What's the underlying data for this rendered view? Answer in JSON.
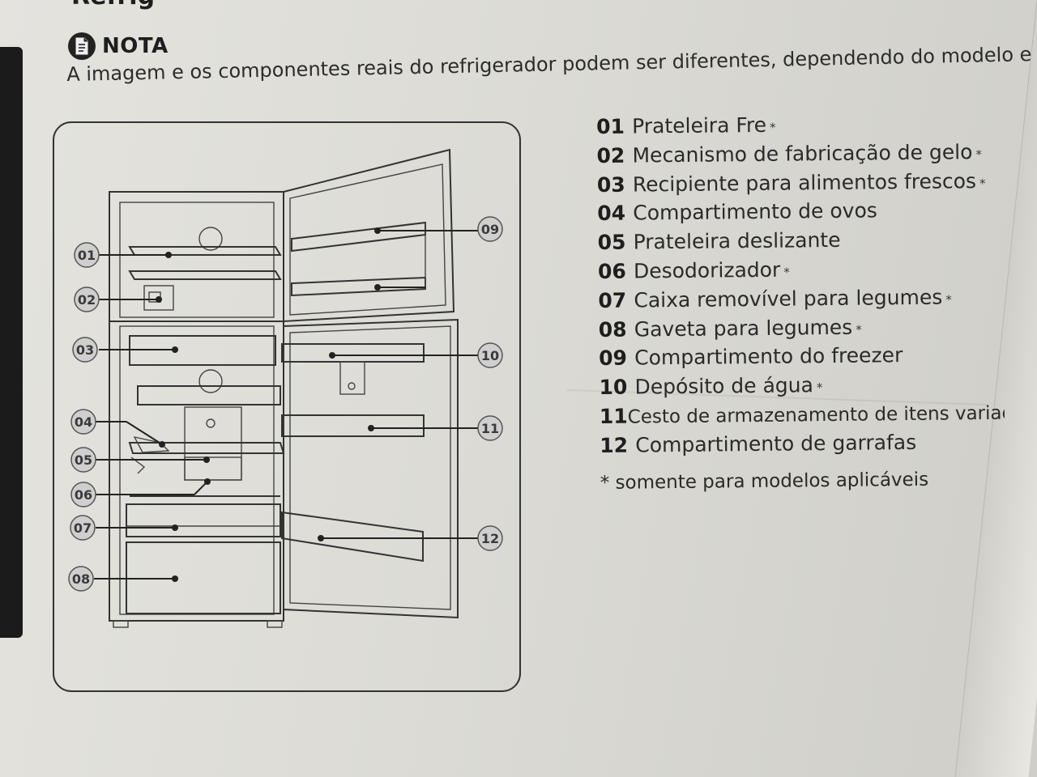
{
  "header": {
    "top_stub": "Refrig",
    "note_title": "NOTA",
    "note_text": "A imagem e os componentes reais do refrigerador podem ser diferentes, dependendo do modelo e do país."
  },
  "icons": {
    "note": "note-document-icon"
  },
  "colors": {
    "paper": "#dcdbd5",
    "ink": "#2a2a2a",
    "callout_fill": "#cfcfcf"
  },
  "legend": {
    "items": [
      {
        "num": "01",
        "label": "Prateleira Fre",
        "star": "*"
      },
      {
        "num": "02",
        "label": "Mecanismo de fabricação de gelo",
        "star": "*"
      },
      {
        "num": "03",
        "label": "Recipiente para alimentos frescos",
        "star": "*"
      },
      {
        "num": "04",
        "label": "Compartimento de ovos",
        "star": ""
      },
      {
        "num": "05",
        "label": "Prateleira deslizante",
        "star": ""
      },
      {
        "num": "06",
        "label": "Desodorizador",
        "star": "*"
      },
      {
        "num": "07",
        "label": "Caixa removível para legumes",
        "star": "*"
      },
      {
        "num": "08",
        "label": "Gaveta para legumes",
        "star": "*"
      },
      {
        "num": "09",
        "label": "Compartimento do freezer",
        "star": ""
      },
      {
        "num": "10",
        "label": "Depósito de água",
        "star": "*"
      },
      {
        "num": "11",
        "label": "Cesto de armazenamento de itens variados",
        "star": "*"
      },
      {
        "num": "12",
        "label": "Compartimento de garrafas",
        "star": ""
      }
    ],
    "footnote": "* somente para modelos aplicáveis"
  },
  "callouts": {
    "c01": "01",
    "c02": "02",
    "c03": "03",
    "c04": "04",
    "c05": "05",
    "c06": "06",
    "c07": "07",
    "c08": "08",
    "c09": "09",
    "c10": "10",
    "c11": "11",
    "c12": "12"
  }
}
